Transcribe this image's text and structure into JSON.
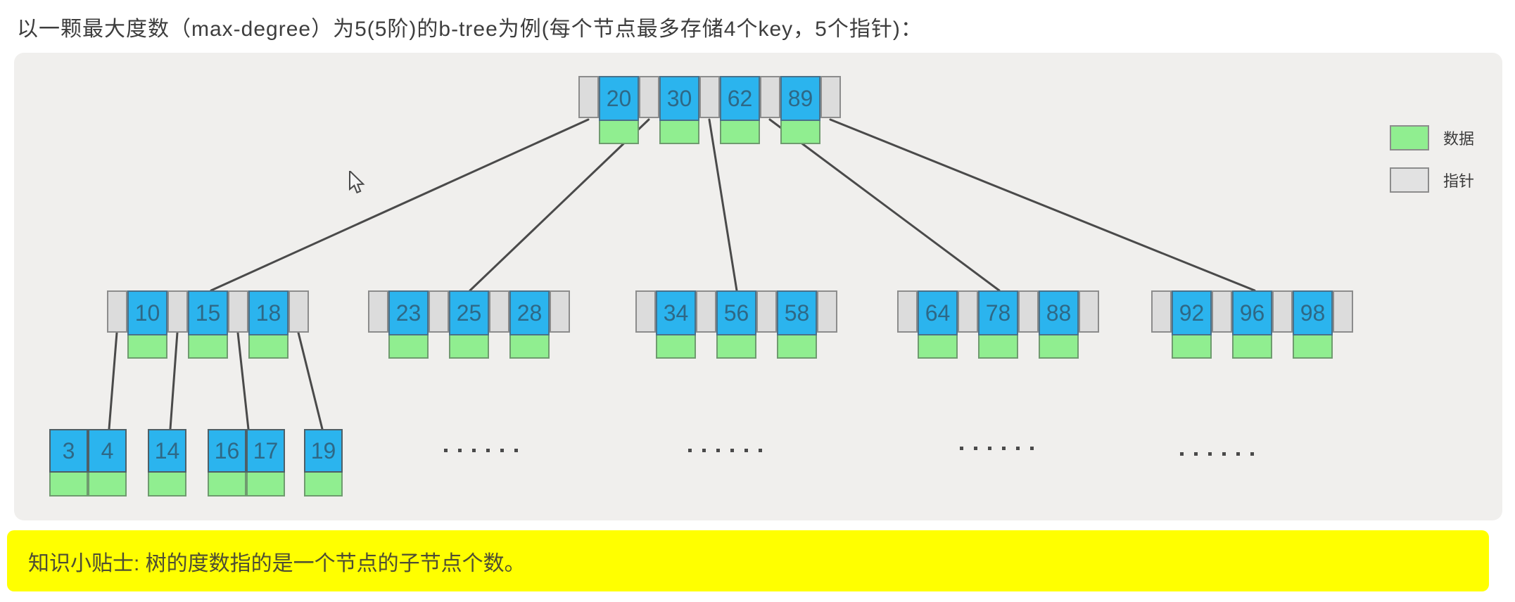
{
  "title": "以一颗最大度数（max-degree）为5(5阶)的b-tree为例(每个节点最多存储4个key，5个指针)：",
  "note": "知识小贴士: 树的度数指的是一个节点的子节点个数。",
  "legend": {
    "items": [
      {
        "name": "data",
        "label": "数据"
      },
      {
        "name": "pointer",
        "label": "指针"
      }
    ]
  },
  "colors": {
    "key_cell": "#2bb4ee",
    "data_cell": "#90ee90",
    "pointer_cell": "#dcdcdc",
    "legend_pointer": "#e2e2e2",
    "line": "#4a4a4a",
    "note_bg": "#ffff00",
    "note_text": "#4d4d33",
    "panel_bg": "#f0efed",
    "key_text": "#2e6886"
  },
  "tree": {
    "root": {
      "keys": [
        "20",
        "30",
        "62",
        "89"
      ]
    },
    "level2": [
      {
        "keys": [
          "10",
          "15",
          "18"
        ]
      },
      {
        "keys": [
          "23",
          "25",
          "28"
        ]
      },
      {
        "keys": [
          "34",
          "56",
          "58"
        ]
      },
      {
        "keys": [
          "64",
          "78",
          "88"
        ]
      },
      {
        "keys": [
          "92",
          "96",
          "98"
        ]
      }
    ],
    "leaves": [
      {
        "keys": [
          "3",
          "4"
        ]
      },
      {
        "keys": [
          "14"
        ]
      },
      {
        "keys": [
          "16",
          "17"
        ]
      },
      {
        "keys": [
          "19"
        ]
      }
    ],
    "ellipsis": "······"
  }
}
